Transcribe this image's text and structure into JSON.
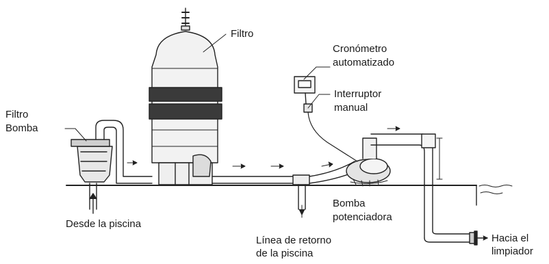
{
  "labels": {
    "filter": "Filtro",
    "pump_filter_line1": "Filtro",
    "pump_filter_line2": "Bomba",
    "timer_line1": "Cronómetro",
    "timer_line2": "automatizado",
    "switch_line1": "Interruptor",
    "switch_line2": "manual",
    "from_pool": "Desde la piscina",
    "booster_line1": "Bomba",
    "booster_line2": "potenciadora",
    "return_line1": "Línea de retorno",
    "return_line2": "de la piscina",
    "to_cleaner_line1": "Hacia el",
    "to_cleaner_line2": "limpiador"
  },
  "colors": {
    "line": "#222222",
    "band": "#3a3a3a",
    "paper": "#ffffff"
  }
}
